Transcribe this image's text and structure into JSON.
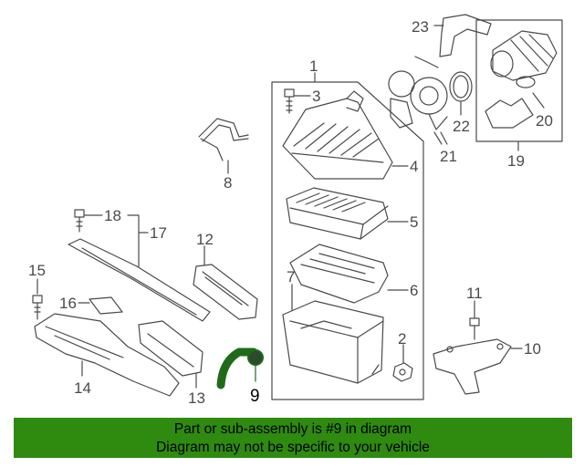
{
  "colors": {
    "outline": "#4a4a4a",
    "highlight_part": "#1f6b1a",
    "banner_background": "#2f8a10",
    "banner_text": "#000000"
  },
  "callouts": [
    {
      "id": "c1",
      "label": "1"
    },
    {
      "id": "c2",
      "label": "2"
    },
    {
      "id": "c3",
      "label": "3"
    },
    {
      "id": "c4",
      "label": "4"
    },
    {
      "id": "c5",
      "label": "5"
    },
    {
      "id": "c6",
      "label": "6"
    },
    {
      "id": "c7",
      "label": "7"
    },
    {
      "id": "c8",
      "label": "8"
    },
    {
      "id": "c9",
      "label": "9",
      "highlighted": true
    },
    {
      "id": "c10",
      "label": "10"
    },
    {
      "id": "c11",
      "label": "11"
    },
    {
      "id": "c12",
      "label": "12"
    },
    {
      "id": "c13",
      "label": "13"
    },
    {
      "id": "c14",
      "label": "14"
    },
    {
      "id": "c15",
      "label": "15"
    },
    {
      "id": "c16",
      "label": "16"
    },
    {
      "id": "c17",
      "label": "17"
    },
    {
      "id": "c18",
      "label": "18"
    },
    {
      "id": "c19",
      "label": "19"
    },
    {
      "id": "c20",
      "label": "20"
    },
    {
      "id": "c21",
      "label": "21"
    },
    {
      "id": "c22",
      "label": "22"
    },
    {
      "id": "c23",
      "label": "23"
    }
  ],
  "banner": {
    "line1": "Part or sub-assembly is #9 in diagram",
    "line2": "Diagram may not be specific to your vehicle"
  }
}
